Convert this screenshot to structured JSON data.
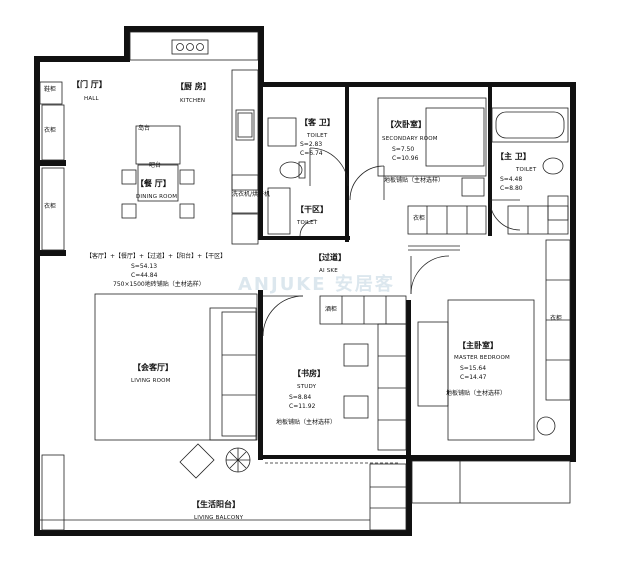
{
  "watermark": "ANJUKE 安居客",
  "rooms": {
    "hall": {
      "cn": "【门 厅】",
      "en": "HALL"
    },
    "kitchen": {
      "cn": "【厨 房】",
      "en": "KITCHEN"
    },
    "guest_bath": {
      "cn": "【客 卫】",
      "en": "TOILET",
      "area_s": "S=2.83",
      "area_c": "C=6.74"
    },
    "secondary_room": {
      "cn": "【次卧室】",
      "en": "SECONDARY ROOM",
      "area_s": "S=7.50",
      "area_c": "C=10.96",
      "floor": "地板铺贴（主材选样）"
    },
    "master_bath": {
      "cn": "【主 卫】",
      "en": "TOILET",
      "area_s": "S=4.48",
      "area_c": "C=8.80"
    },
    "dry_area": {
      "cn": "【干区】",
      "en": "TOILET"
    },
    "dining": {
      "cn": "【餐 厅】",
      "en": "DINING ROOM"
    },
    "combined": {
      "cn": "【客厅】+【餐厅】+【过道】+【阳台】+【干区】",
      "area_s": "S=54.13",
      "area_c": "C=44.84",
      "tile": "750×1500地砖铺贴（主材选样）"
    },
    "aisle": {
      "cn": "【过道】",
      "en": "AI SKE"
    },
    "living": {
      "cn": "【会客厅】",
      "en": "LIVING ROOM"
    },
    "study": {
      "cn": "【书房】",
      "en": "STUDY",
      "area_s": "S=8.84",
      "area_c": "C=11.92",
      "floor": "地板铺贴（主材选样）"
    },
    "master_bedroom": {
      "cn": "【主卧室】",
      "en": "MASTER BEDROOM",
      "area_s": "S=15.64",
      "area_c": "C=14.47",
      "floor": "地板铺贴（主材选样）"
    },
    "balcony": {
      "cn": "【生活阳台】",
      "en": "LIVING BALCONY"
    }
  },
  "fixtures": {
    "shoe_cabinet": "鞋柜",
    "wardrobe": "衣柜",
    "island": "岛台",
    "wine_rack": "酒柜",
    "bar": "吧台",
    "laundry": "洗衣机/烘干机"
  },
  "colors": {
    "wall": "#111111",
    "line": "#222222",
    "paper": "#ffffff"
  }
}
